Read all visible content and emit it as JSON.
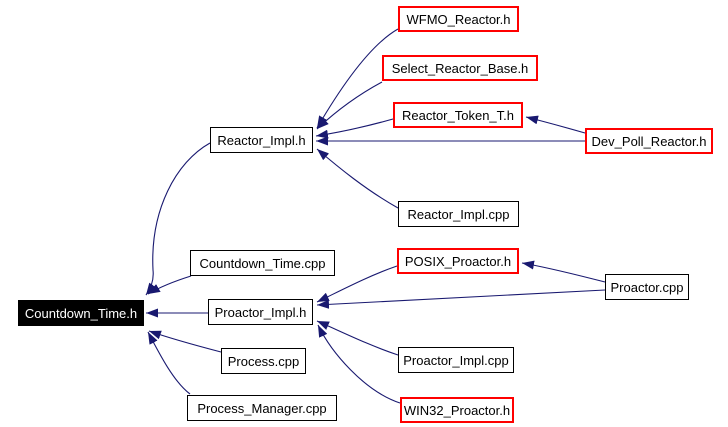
{
  "colors": {
    "edge": "#191970",
    "link_node_border": "#ff0000",
    "node_border": "#000000",
    "focal_bg": "#000000",
    "focal_text": "#ffffff",
    "background": "#ffffff"
  },
  "nodes": [
    {
      "id": "countdown-time-h",
      "label": "Countdown_Time.h",
      "kind": "focal"
    },
    {
      "id": "reactor-impl-h",
      "label": "Reactor_Impl.h",
      "kind": "plain"
    },
    {
      "id": "wfmo-reactor-h",
      "label": "WFMO_Reactor.h",
      "kind": "link"
    },
    {
      "id": "select-reactor-base-h",
      "label": "Select_Reactor_Base.h",
      "kind": "link"
    },
    {
      "id": "reactor-token-t-h",
      "label": "Reactor_Token_T.h",
      "kind": "link"
    },
    {
      "id": "dev-poll-reactor-h",
      "label": "Dev_Poll_Reactor.h",
      "kind": "link"
    },
    {
      "id": "reactor-impl-cpp",
      "label": "Reactor_Impl.cpp",
      "kind": "plain"
    },
    {
      "id": "countdown-time-cpp",
      "label": "Countdown_Time.cpp",
      "kind": "plain"
    },
    {
      "id": "proactor-impl-h",
      "label": "Proactor_Impl.h",
      "kind": "plain"
    },
    {
      "id": "posix-proactor-h",
      "label": "POSIX_Proactor.h",
      "kind": "link"
    },
    {
      "id": "proactor-cpp",
      "label": "Proactor.cpp",
      "kind": "plain"
    },
    {
      "id": "proactor-impl-cpp",
      "label": "Proactor_Impl.cpp",
      "kind": "plain"
    },
    {
      "id": "win32-proactor-h",
      "label": "WIN32_Proactor.h",
      "kind": "link"
    },
    {
      "id": "process-cpp",
      "label": "Process.cpp",
      "kind": "plain"
    },
    {
      "id": "process-manager-cpp",
      "label": "Process_Manager.cpp",
      "kind": "plain"
    }
  ],
  "edges": [
    {
      "from": "reactor-impl-h",
      "to": "countdown-time-h"
    },
    {
      "from": "countdown-time-cpp",
      "to": "countdown-time-h"
    },
    {
      "from": "proactor-impl-h",
      "to": "countdown-time-h"
    },
    {
      "from": "process-cpp",
      "to": "countdown-time-h"
    },
    {
      "from": "process-manager-cpp",
      "to": "countdown-time-h"
    },
    {
      "from": "wfmo-reactor-h",
      "to": "reactor-impl-h"
    },
    {
      "from": "select-reactor-base-h",
      "to": "reactor-impl-h"
    },
    {
      "from": "reactor-token-t-h",
      "to": "reactor-impl-h"
    },
    {
      "from": "dev-poll-reactor-h",
      "to": "reactor-impl-h"
    },
    {
      "from": "reactor-impl-cpp",
      "to": "reactor-impl-h"
    },
    {
      "from": "dev-poll-reactor-h",
      "to": "reactor-token-t-h"
    },
    {
      "from": "posix-proactor-h",
      "to": "proactor-impl-h"
    },
    {
      "from": "proactor-cpp",
      "to": "proactor-impl-h"
    },
    {
      "from": "proactor-impl-cpp",
      "to": "proactor-impl-h"
    },
    {
      "from": "win32-proactor-h",
      "to": "proactor-impl-h"
    },
    {
      "from": "proactor-cpp",
      "to": "posix-proactor-h"
    }
  ]
}
